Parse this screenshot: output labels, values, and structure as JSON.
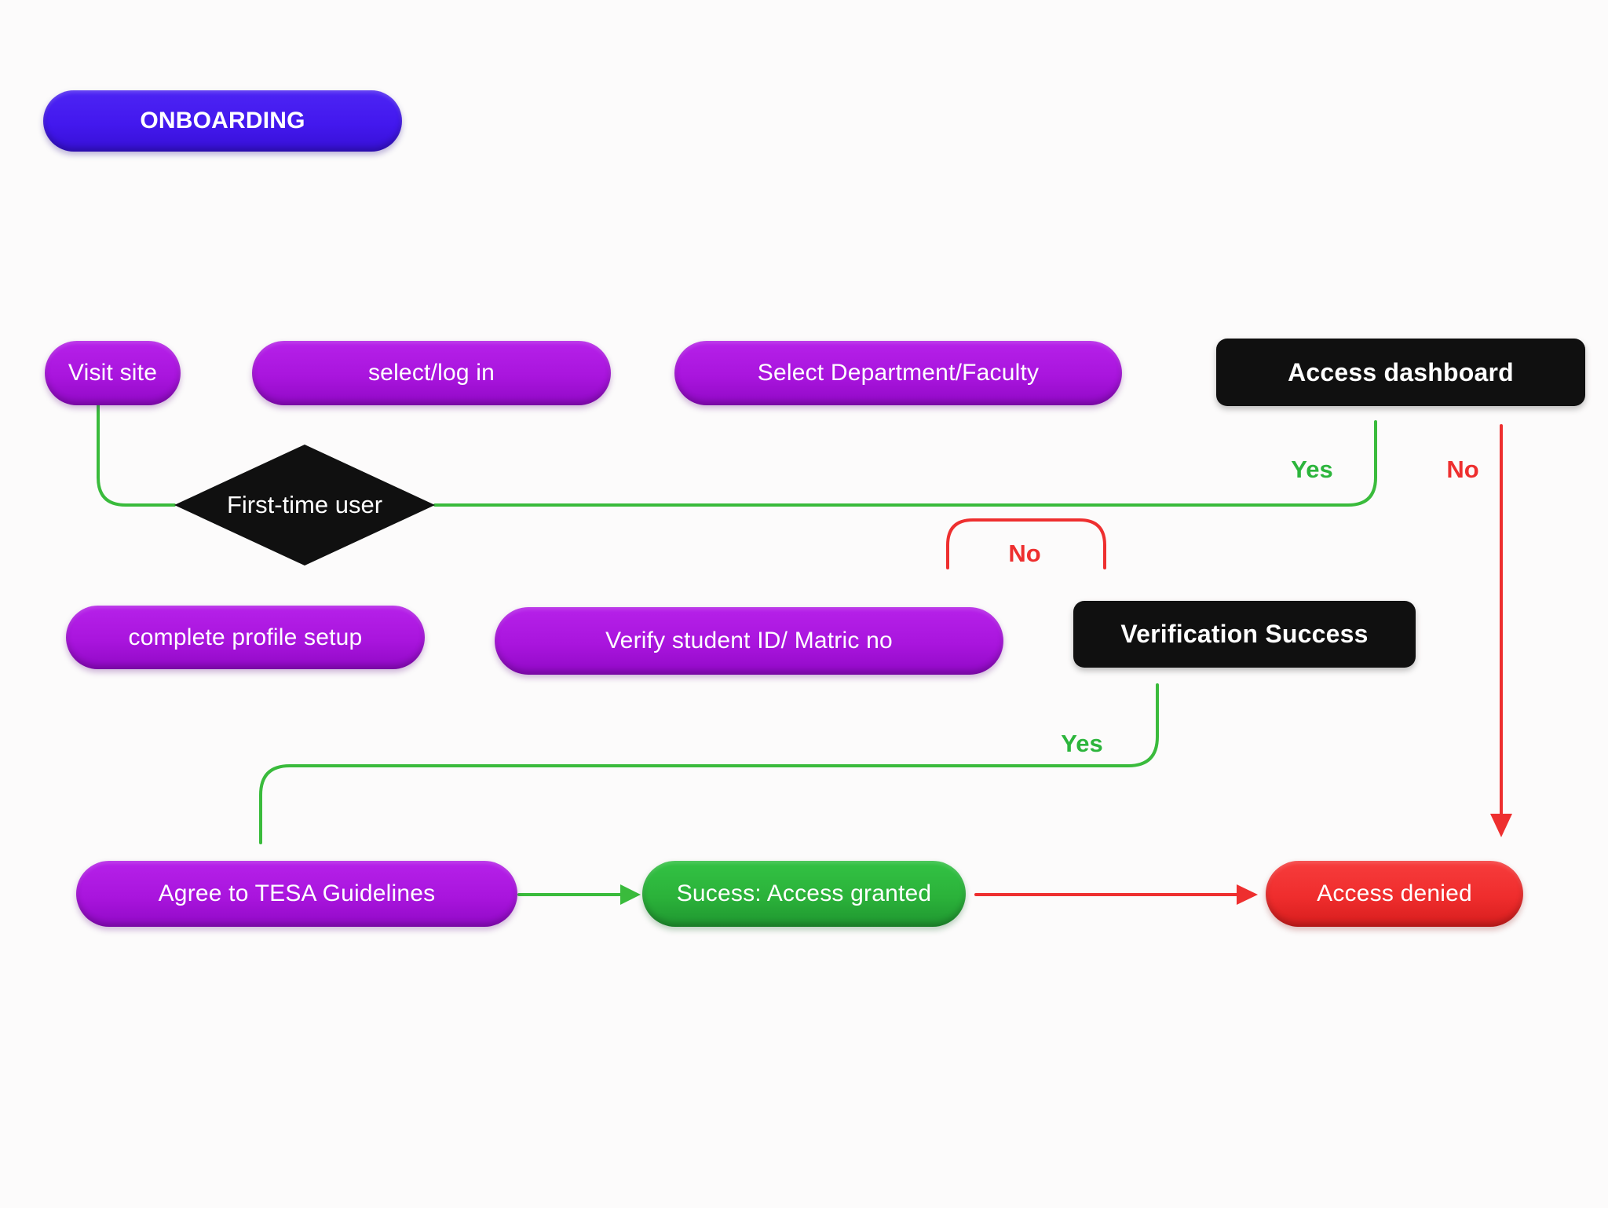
{
  "canvas": {
    "background": "#fcfbfb"
  },
  "colors": {
    "title_blue": "#4318ee",
    "node_purple": "#a915dd",
    "node_black": "#101010",
    "node_green": "#2bb23a",
    "node_red": "#ef2d2d",
    "edge_green": "#3abb3c",
    "edge_red": "#ee2f2f",
    "text_white": "#ffffff"
  },
  "nodes": {
    "onboarding": {
      "label": "ONBOARDING"
    },
    "visit_site": {
      "label": "Visit site"
    },
    "select_log_in": {
      "label": "select/log in"
    },
    "select_department": {
      "label": "Select Department/Faculty"
    },
    "access_dashboard": {
      "label": "Access dashboard"
    },
    "first_time_user": {
      "label": "First-time user"
    },
    "complete_profile_setup": {
      "label": "complete profile setup"
    },
    "verify_student_id": {
      "label": "Verify student ID/ Matric no"
    },
    "verification_success": {
      "label": "Verification Success"
    },
    "agree_guidelines": {
      "label": "Agree to TESA Guidelines"
    },
    "access_granted": {
      "label": "Sucess: Access granted"
    },
    "access_denied": {
      "label": "Access denied"
    }
  },
  "edge_labels": {
    "first_time_yes": "Yes",
    "first_time_no": "No",
    "verification_no": "No",
    "verification_yes": "Yes"
  }
}
